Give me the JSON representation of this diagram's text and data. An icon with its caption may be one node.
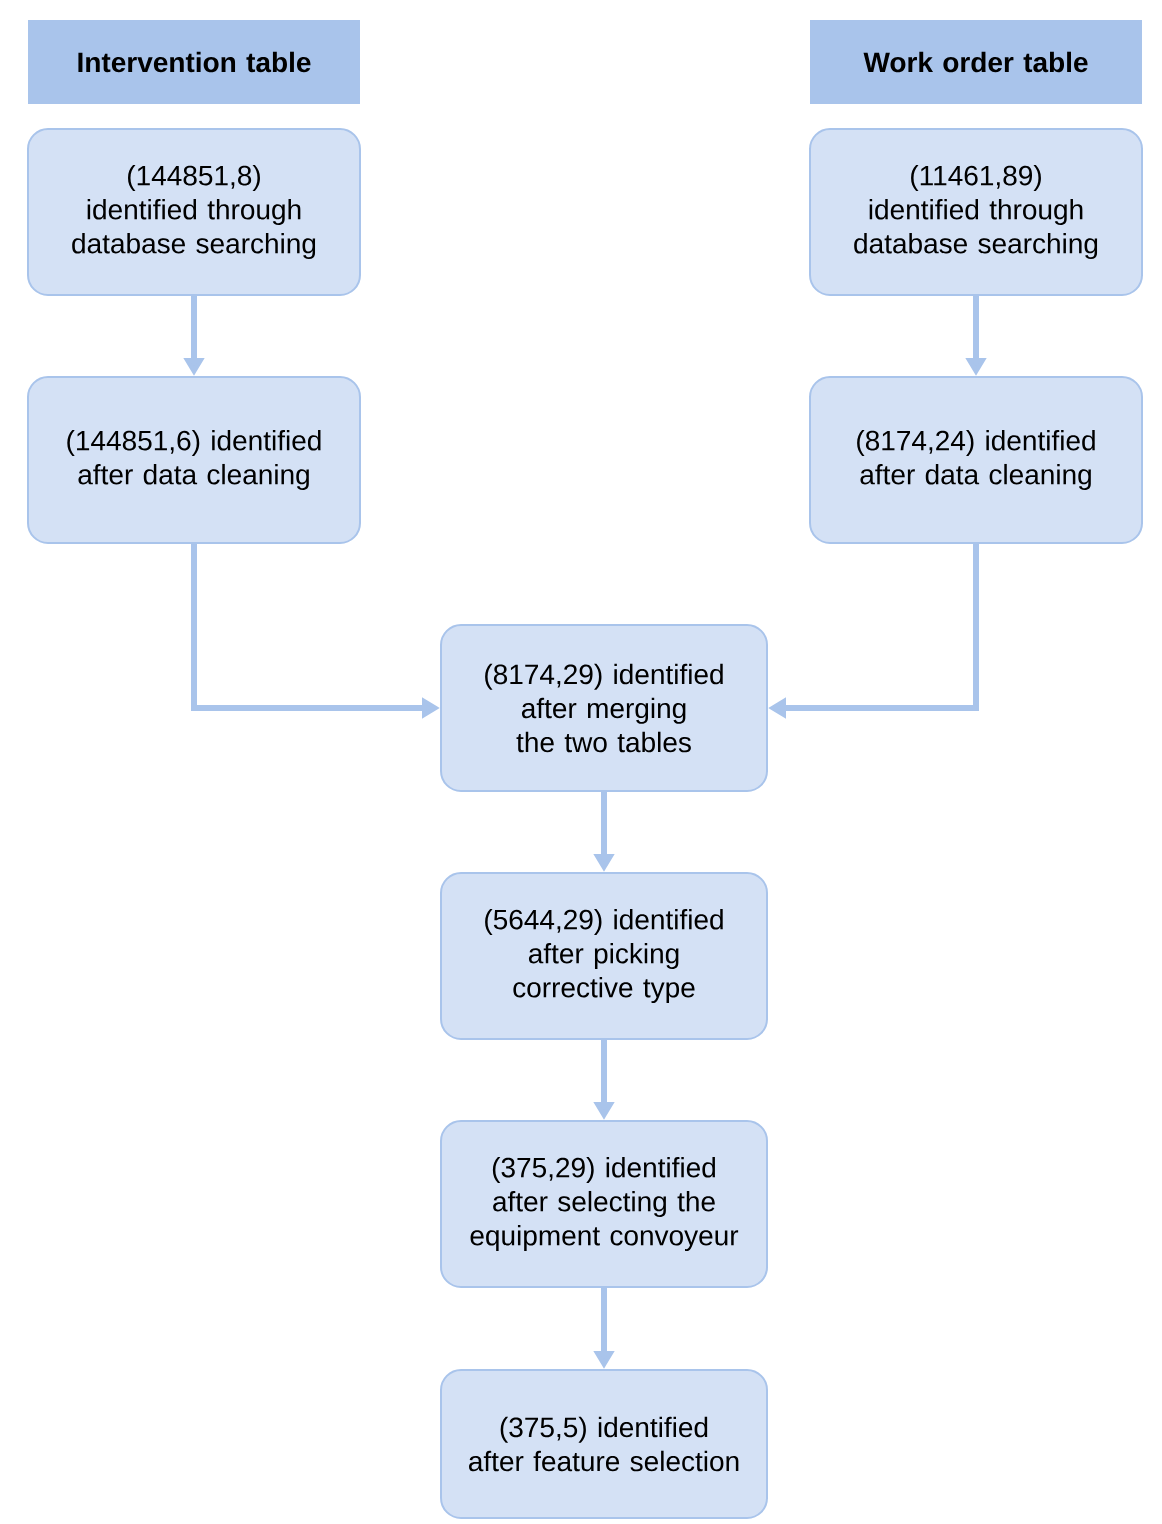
{
  "diagram": {
    "nodes": [
      {
        "text": [
          "Intervention table"
        ]
      },
      {
        "text": [
          "Work order table"
        ]
      },
      {
        "text": [
          "(144851,8) identified through database searching"
        ]
      },
      {
        "text": [
          "(11461,89) identified through database searching"
        ]
      },
      {
        "text": [
          "(144851,6) identified after data cleaning"
        ]
      },
      {
        "text": [
          "(8174,24) identified after data cleaning"
        ]
      },
      {
        "text": [
          "(8174,29) identified after merging the two tables"
        ]
      },
      {
        "text": [
          "(5644,29) identified after picking corrective type"
        ]
      },
      {
        "text": [
          "(375,29) identified after selecting the equipment convoyeur"
        ]
      },
      {
        "text": [
          "(375,5) identified after feature selection"
        ]
      }
    ],
    "edges": [
      {
        "from": 2,
        "to": 4,
        "arrow": "to"
      },
      {
        "from": 3,
        "to": 5,
        "arrow": "to"
      },
      {
        "from": 4,
        "to": 6,
        "arrow": "to"
      },
      {
        "from": 5,
        "to": 6,
        "arrow": "to"
      },
      {
        "from": 6,
        "to": 7,
        "arrow": "to"
      },
      {
        "from": 7,
        "to": 8,
        "arrow": "to"
      },
      {
        "from": 8,
        "to": 9,
        "arrow": "to"
      }
    ]
  }
}
